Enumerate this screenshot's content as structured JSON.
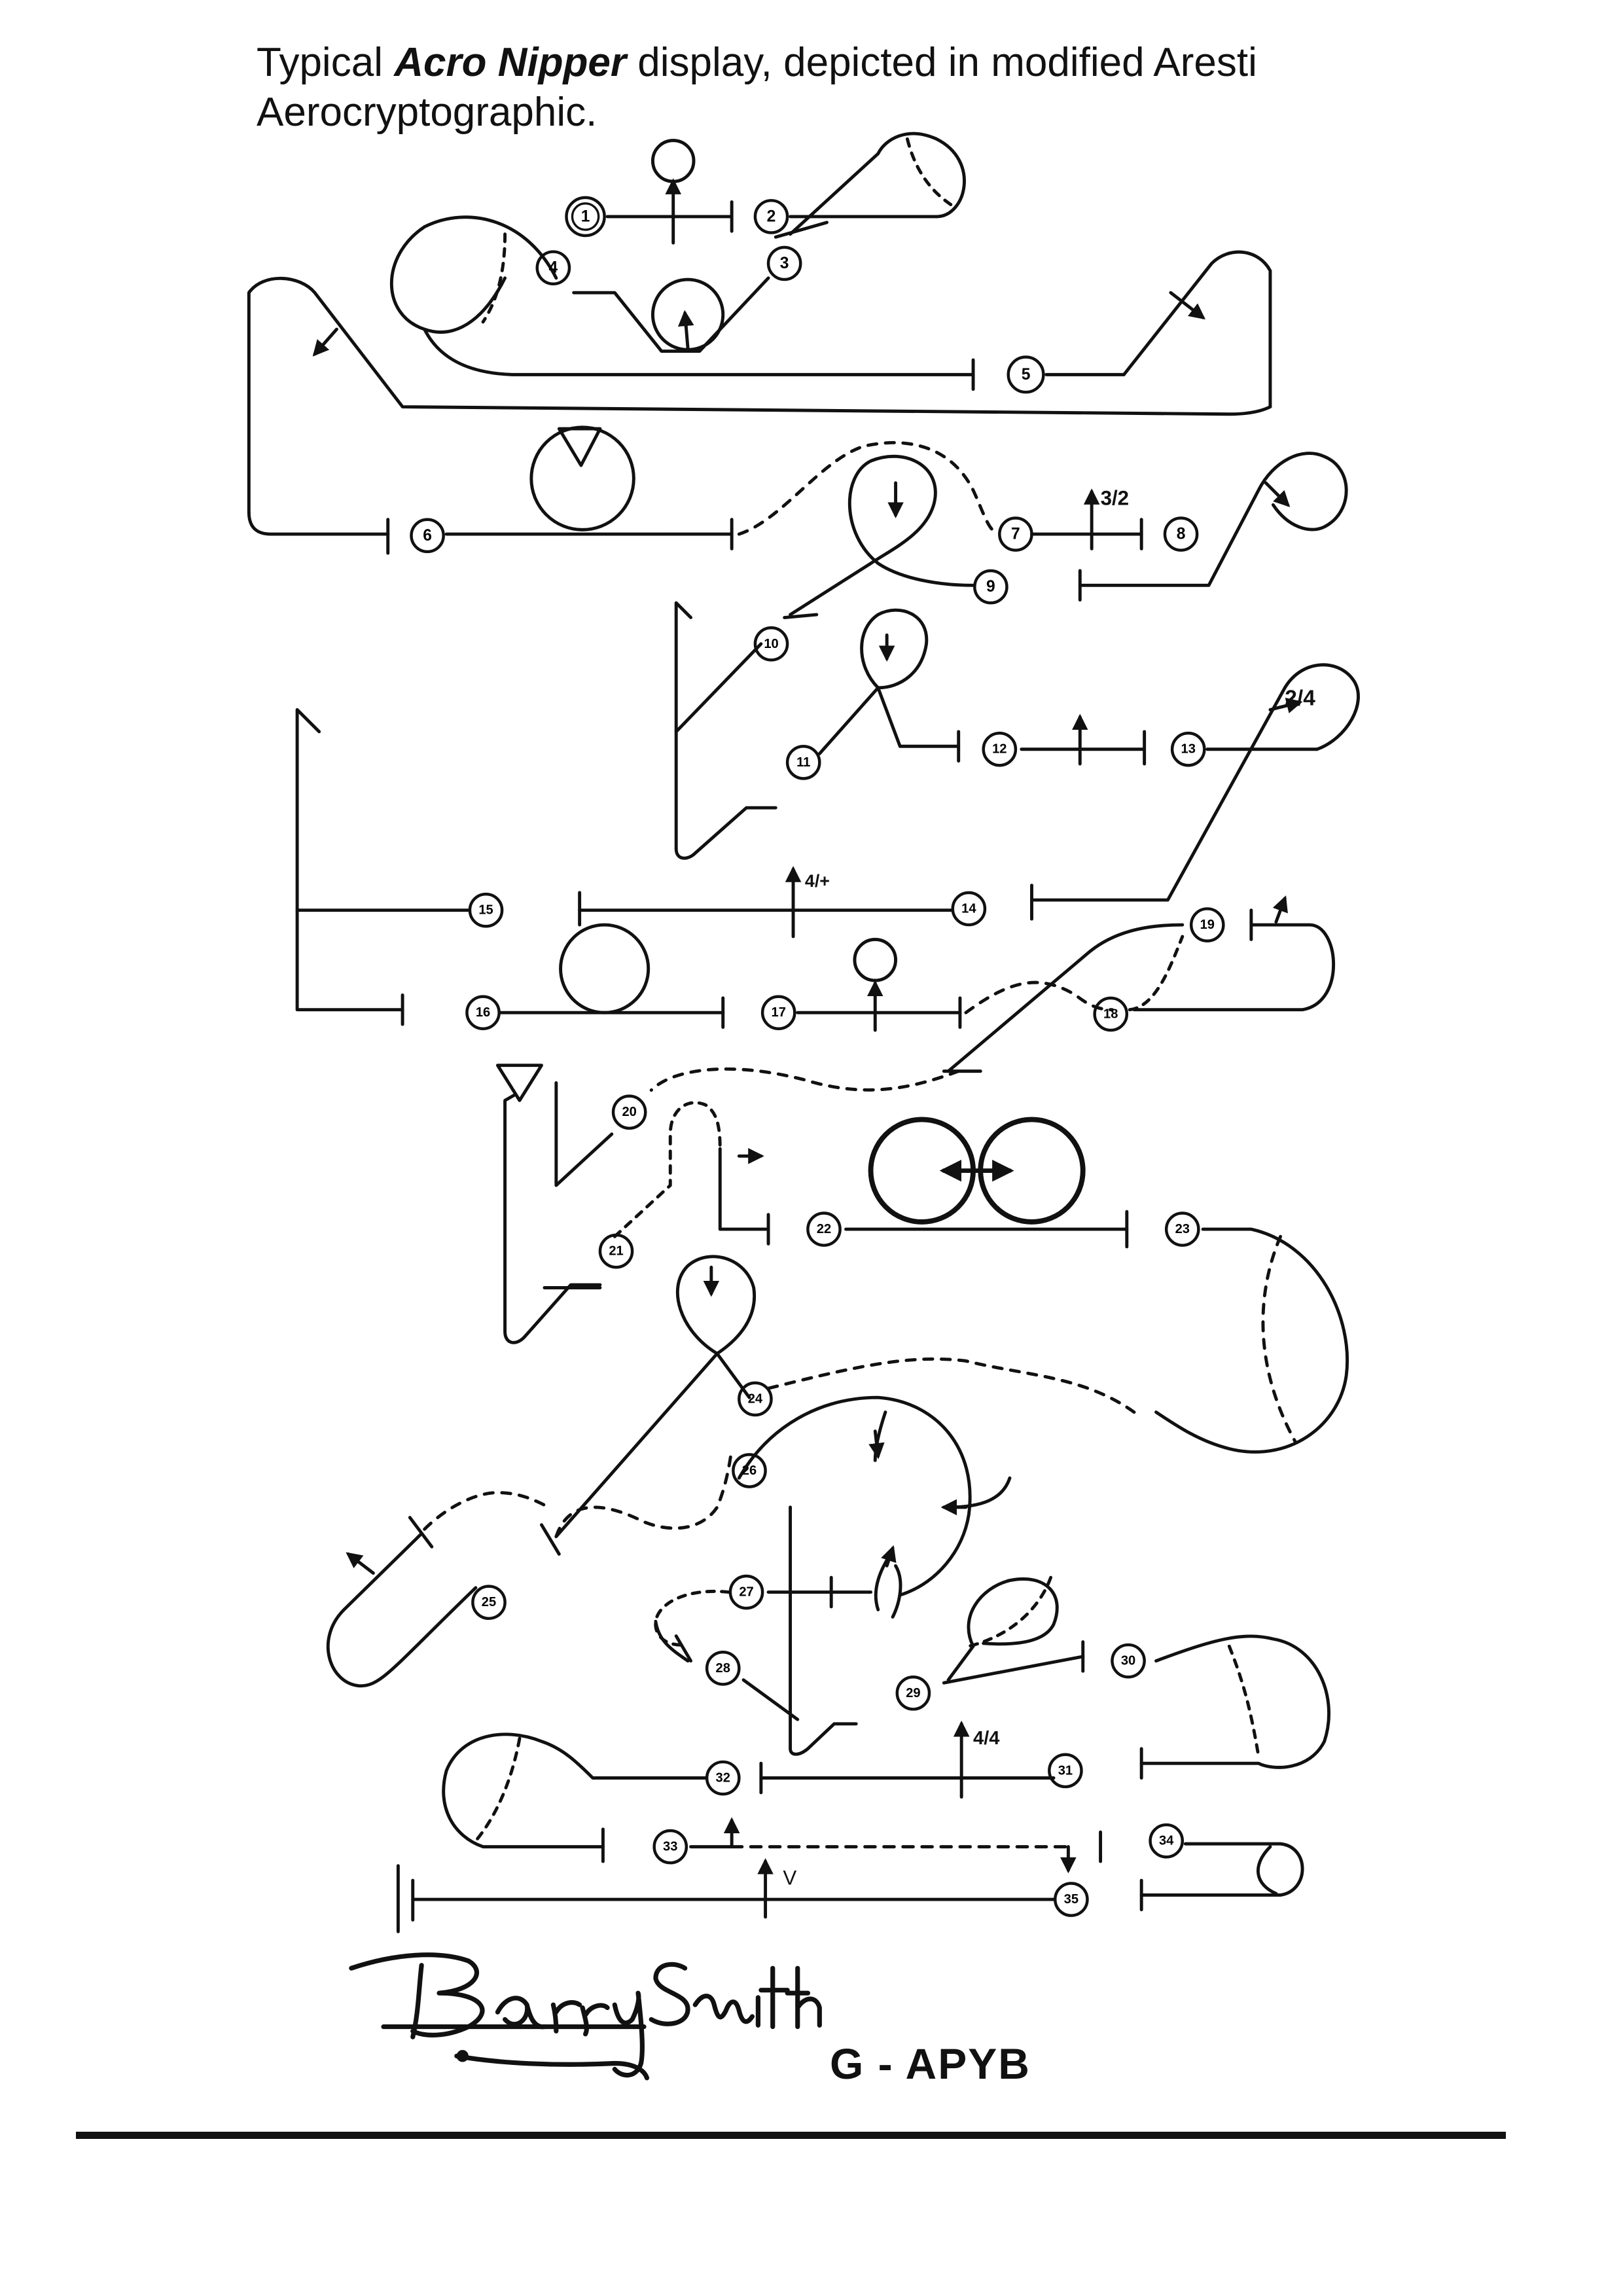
{
  "caption": {
    "prefix": "Typical ",
    "aircraft": "Acro Nipper",
    "suffix_line1": " display, depicted in modified Aresti",
    "line2": "Aerocryptographic."
  },
  "figures": [
    {
      "n": "1"
    },
    {
      "n": "2"
    },
    {
      "n": "3"
    },
    {
      "n": "4"
    },
    {
      "n": "5"
    },
    {
      "n": "6"
    },
    {
      "n": "7"
    },
    {
      "n": "8"
    },
    {
      "n": "9"
    },
    {
      "n": "10"
    },
    {
      "n": "11"
    },
    {
      "n": "12"
    },
    {
      "n": "13"
    },
    {
      "n": "14"
    },
    {
      "n": "15"
    },
    {
      "n": "16"
    },
    {
      "n": "17"
    },
    {
      "n": "18"
    },
    {
      "n": "19"
    },
    {
      "n": "20"
    },
    {
      "n": "21"
    },
    {
      "n": "22"
    },
    {
      "n": "23"
    },
    {
      "n": "24"
    },
    {
      "n": "25"
    },
    {
      "n": "26"
    },
    {
      "n": "27"
    },
    {
      "n": "28"
    },
    {
      "n": "29"
    },
    {
      "n": "30"
    },
    {
      "n": "31"
    },
    {
      "n": "32"
    },
    {
      "n": "33"
    },
    {
      "n": "34"
    },
    {
      "n": "35"
    }
  ],
  "roll_labels": {
    "fig7": "3/2",
    "fig13": "2/4",
    "fig14": "4/+",
    "fig31": "4/4",
    "fig35": "V"
  },
  "signature": "Barry Smith",
  "registration": "G - APYB",
  "colors": {
    "ink": "#111111",
    "paper": "#ffffff"
  }
}
